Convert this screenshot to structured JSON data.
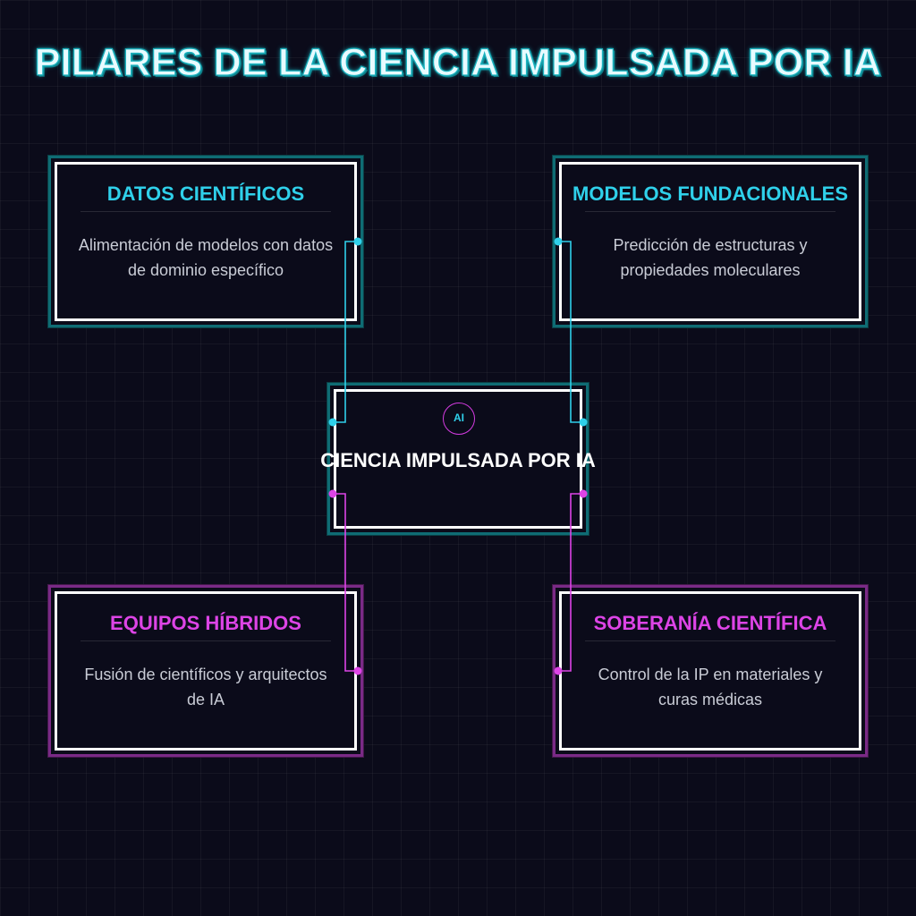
{
  "title": "PILARES DE LA CIENCIA IMPULSADA POR IA",
  "colors": {
    "cyan": "#2fd0ea",
    "magenta": "#dd44e6",
    "background": "#0b0b1a",
    "card_border": "#ffffff"
  },
  "center": {
    "badge": "AI",
    "label": "CIENCIA IMPULSADA POR IA"
  },
  "pillars": [
    {
      "title": "DATOS CIENTÍFICOS",
      "description": "Alimentación de modelos con datos de dominio específico",
      "color": "cyan"
    },
    {
      "title": "MODELOS FUNDACIONALES",
      "description": "Predicción de estructuras y propiedades moleculares",
      "color": "cyan"
    },
    {
      "title": "EQUIPOS HÍBRIDOS",
      "description": "Fusión de científicos y arquitectos de IA",
      "color": "magenta"
    },
    {
      "title": "SOBERANÍA CIENTÍFICA",
      "description": "Control de la IP en materiales y curas médicas",
      "color": "magenta"
    }
  ]
}
